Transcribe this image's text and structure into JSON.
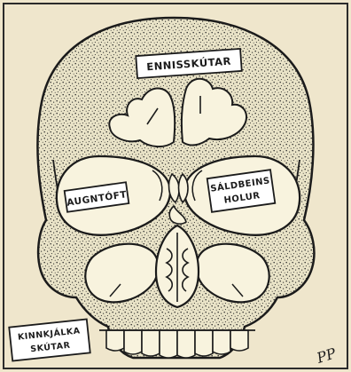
{
  "labels": {
    "frontal_sinuses": "ENNISSKÚTAR",
    "eye_socket": "AUGNTÓFT",
    "ethmoid_cells_line1": "SÁLDBEINS",
    "ethmoid_cells_line2": "HOLUR",
    "maxillary_sinuses_line1": "KINNKJÁLKA",
    "maxillary_sinuses_line2": "SKÚTAR"
  },
  "signature": "PP",
  "colors": {
    "paper": "#efe6cc",
    "bone": "#e9e3c7",
    "ink": "#1b1b1b",
    "cavity": "#f8f3de",
    "dots": "#2a2a2a"
  }
}
